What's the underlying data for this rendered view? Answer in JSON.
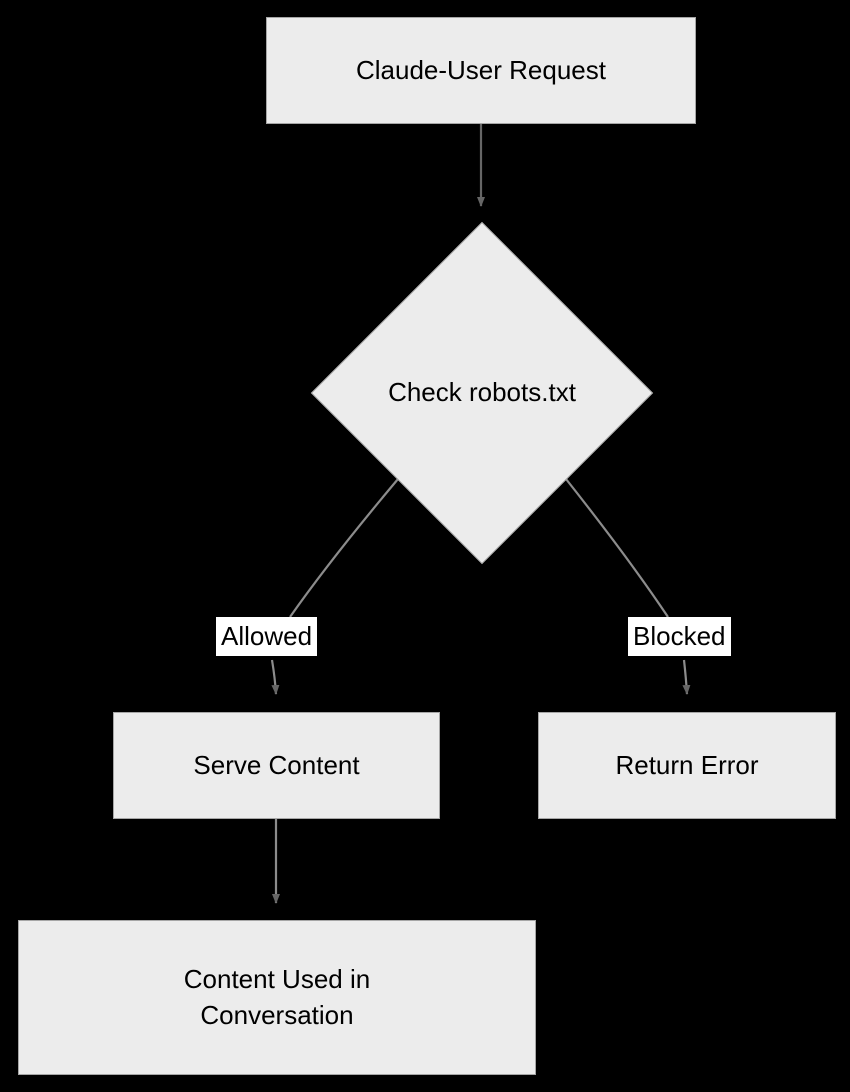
{
  "diagram": {
    "type": "flowchart",
    "direction": "top-down",
    "background_color": "#000000",
    "node_fill_color": "#ECECEC",
    "node_border_color": "#A6A6A6",
    "node_text_color": "#000000",
    "edge_color": "#666666",
    "edge_label_background": "#FFFFFF",
    "nodes": [
      {
        "id": "request",
        "shape": "rectangle",
        "label": "Claude-User Request"
      },
      {
        "id": "decision",
        "shape": "diamond",
        "label": "Check robots.txt"
      },
      {
        "id": "serve",
        "shape": "rectangle",
        "label": "Serve Content"
      },
      {
        "id": "error",
        "shape": "rectangle",
        "label": "Return Error"
      },
      {
        "id": "used",
        "shape": "rectangle",
        "label": "Content Used in\nConversation"
      }
    ],
    "edges": [
      {
        "from": "request",
        "to": "decision",
        "label": ""
      },
      {
        "from": "decision",
        "to": "serve",
        "label": "Allowed"
      },
      {
        "from": "decision",
        "to": "error",
        "label": "Blocked"
      },
      {
        "from": "serve",
        "to": "used",
        "label": ""
      }
    ]
  }
}
